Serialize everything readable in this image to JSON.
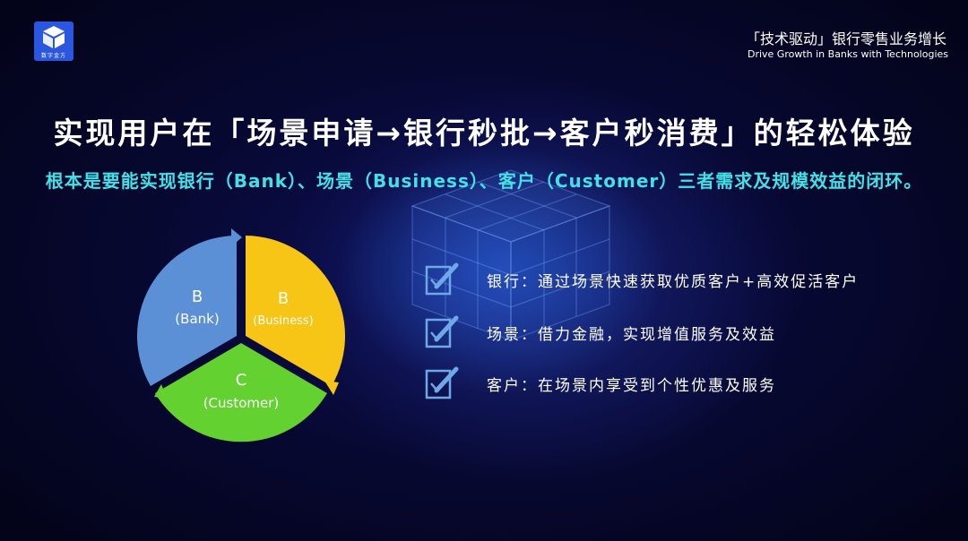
{
  "logo": {
    "text": "数字金方"
  },
  "header": {
    "tagline_cn": "「技术驱动」银行零售业务增长",
    "tagline_en": "Drive Growth in Banks with Technologies"
  },
  "title": "实现用户在「场景申请→银行秒批→客户秒消费」的轻松体验",
  "subtitle": "根本是要能实现银行（Bank）、场景（Business）、客户（Customer）三者需求及规模效益的闭环。",
  "cycle": {
    "bank": {
      "letter": "B",
      "word": "(Bank)",
      "color": "#5b8fd6"
    },
    "business": {
      "letter": "B",
      "word": "(Business)",
      "color": "#f6c516"
    },
    "customer": {
      "letter": "C",
      "word": "(Customer)",
      "color": "#63d12f"
    }
  },
  "items": [
    {
      "text": "银行：通过场景快速获取优质客户+高效促活客户",
      "icon": "checklist-pen-icon"
    },
    {
      "text": "场景：借力金融，实现增值服务及效益",
      "icon": "checklist-pen-icon"
    },
    {
      "text": "客户：在场景内享受到个性优惠及服务",
      "icon": "checklist-pen-icon"
    }
  ]
}
